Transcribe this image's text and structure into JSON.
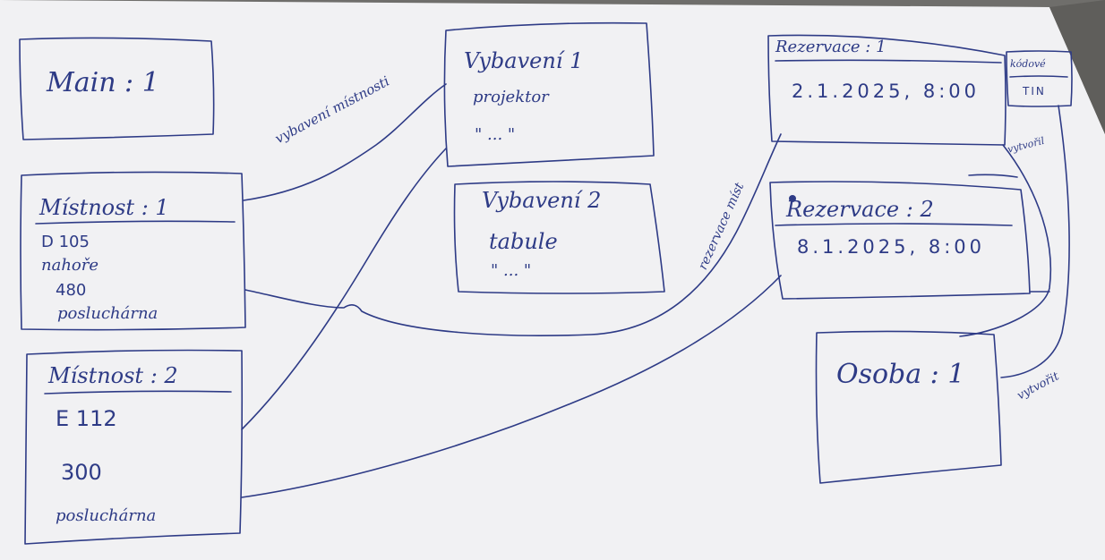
{
  "diagram": {
    "boxes": {
      "main": {
        "title": "Main : 1"
      },
      "mistnost1": {
        "title": "Místnost : 1",
        "code": "D 105",
        "building": "nahoře",
        "capacity": "480",
        "type": "posluchárna"
      },
      "mistnost2": {
        "title": "Místnost : 2",
        "code": "E 112",
        "capacity": "300",
        "type": "posluchárna"
      },
      "vybaveni1": {
        "title": "Vybavení 1",
        "item": "projektor",
        "ditto": "\" ... \""
      },
      "vybaveni2": {
        "title": "Vybavení 2",
        "item": "tabule",
        "ditto": "\" ... \""
      },
      "rezervace1": {
        "title": "Rezervace : 1",
        "datetime": "2.1.2025, 8:00"
      },
      "rezervace2": {
        "title": "Rezervace : 2",
        "datetime": "8.1.2025, 8:00"
      },
      "osoba": {
        "title": "Osoba : 1"
      },
      "tiny_box": {
        "line1": "kódové",
        "line2": "TIN"
      }
    },
    "edge_labels": {
      "vybaveni_mistnosti": "vybavení místnosti",
      "rezervace_mist": "rezervace míst",
      "vytvoril": "vytvořil",
      "vytvorit": "vytvořit"
    }
  }
}
